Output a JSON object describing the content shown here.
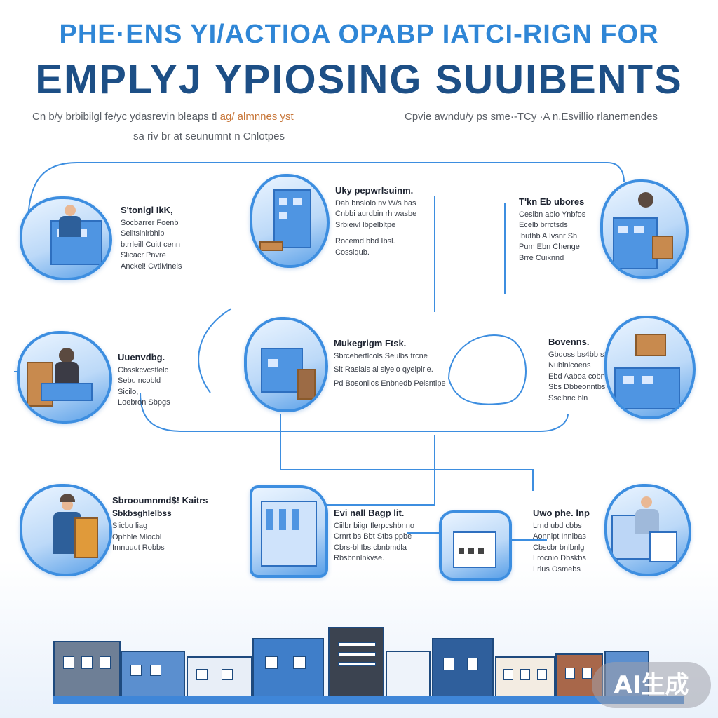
{
  "header": {
    "title_top": "PHE·ENS YI/ACTIOA OPABP IATCI-RIGN FOR",
    "title_main": "EMPLYJ YPIOSING SUUIBENTS",
    "subtitle_left_a": "Cn b/y brbibilgl fe/yc ydasrevin bleaps tl",
    "subtitle_left_b": "ag/ almnnes yst",
    "subtitle_left_2": "sa riv br at seunumnt n Cnlotpes",
    "subtitle_right": "Cpvie awndu/y ps sme·-TCy ·A n.Esvillio rlanemendes"
  },
  "cards": [
    {
      "title": "S'tonigl IkK,",
      "lines": [
        "Socbarrer Foenb",
        "Seiltslnlrbhib",
        "btrrleill Cuitt cenn",
        "Slicacr Pnvre",
        "Anckel! CvtlMnels"
      ]
    },
    {
      "title": "Uky pepwrlsuinm.",
      "lines": [
        "Dab bnsiolo nv W/s bas",
        "Cnbbi aurdbin rh wasbe",
        "Srbieivl lbpelbltpe",
        "Rocemd bbd Ibsl.",
        "",
        "Cossiqub."
      ]
    },
    {
      "title": "T'kn Eb ubores",
      "lines": [
        "Ceslbn abio Ynbfos",
        "Ecelb brrctsds",
        "Ibuthb A Ivsnr Sh",
        "Pum Ebn Chenge",
        "Brre Cuiknnd"
      ]
    },
    {
      "title": "Uuenvdbg.",
      "lines": [
        "Cbsskcvcstlelc",
        "Sebu ncobld",
        "Sicilo,",
        "Loebron Sbpgs"
      ]
    },
    {
      "title": "Mukegrigm Ftsk.",
      "lines": [
        "Sbrcebertlcols Seulbs trcne",
        "Sit Rasiais ai siyelo qyelpirle.",
        "Pd Bosonilos Enbnedb Pelsntipe"
      ]
    },
    {
      "title": "Bovenns.",
      "lines": [
        "Gbdoss bs4bb s1erbe",
        "Nubinicoens",
        "Ebd Aaboa cobnbe",
        "Sbs Dbbeonntbs",
        "Ssclbnc bln"
      ]
    },
    {
      "title": "Sbrooumnmd$! Kaitrs",
      "lines": [
        "Sbkbsghlelbss",
        "Slicbu liag",
        "Ophble Mlocbl",
        "Imnuuut Robbs"
      ]
    },
    {
      "title": "Evi nall Bagp lit.",
      "lines": [
        "Ciilbr biigr Ilerpcshbnno",
        "Crnrt bs Bbt Stbs ppbe",
        "Cbrs-bl Ibs cbnbmdla",
        "Rbsbnnlnkvse."
      ]
    },
    {
      "title": "Uwo phe. lnp",
      "lines": [
        "Lrnd ubd cbbs",
        "Aonnlpt Innlbas",
        "Cbscbr bnlbnlg",
        "Lrocnio Dbskbs",
        "Lrlus Osmebs"
      ]
    }
  ],
  "badge": "AI生成"
}
